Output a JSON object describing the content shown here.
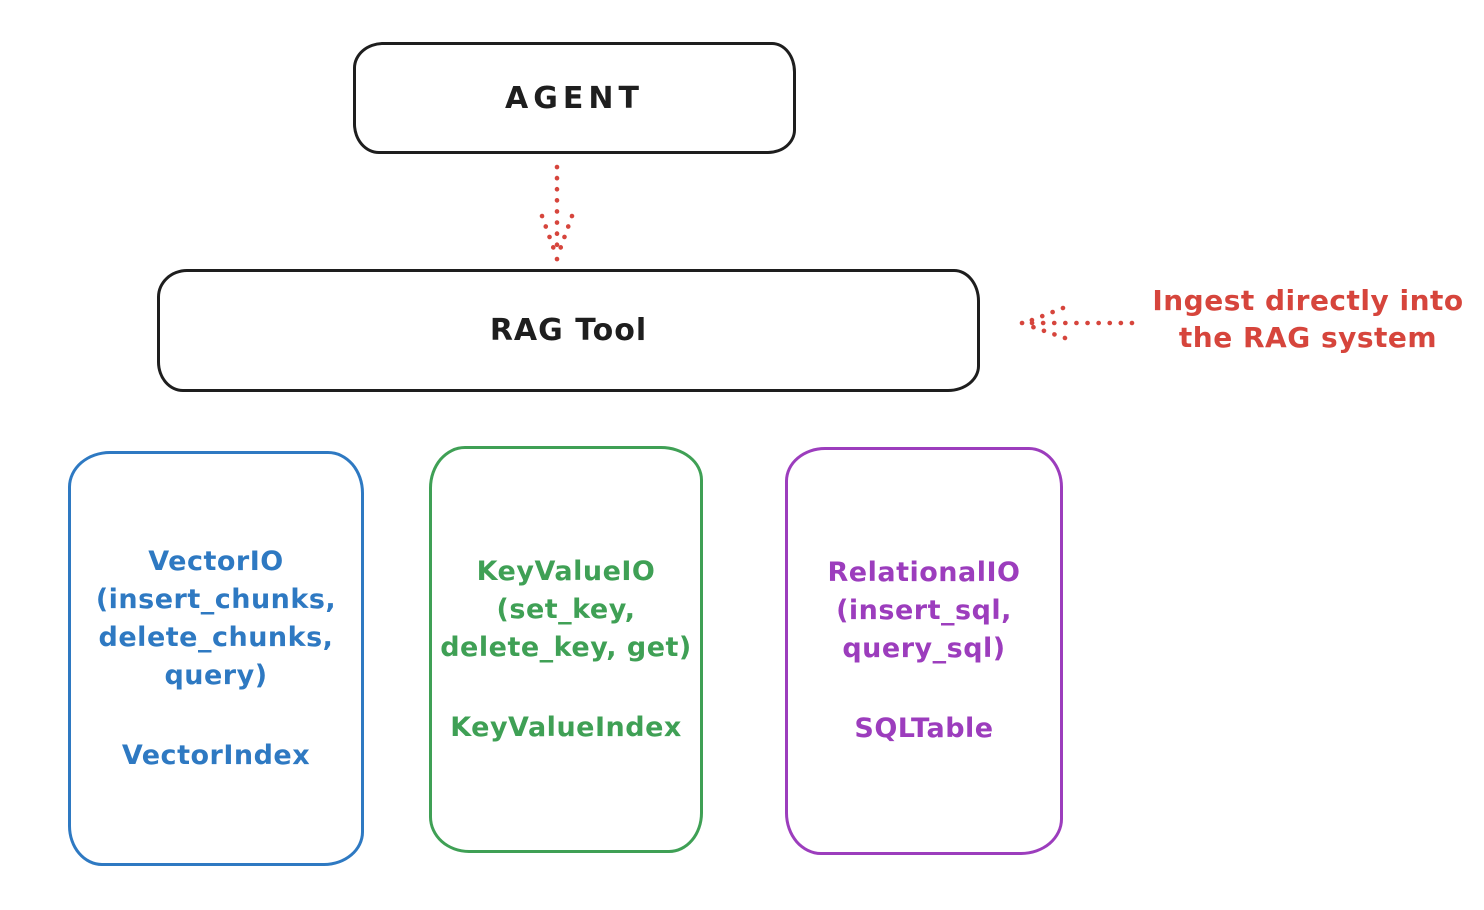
{
  "diagram": {
    "background_color": "#ffffff",
    "stroke_color": "#1e1e1e",
    "accent_red": "#d6453c",
    "agent": {
      "label": "AGENT"
    },
    "rag_tool": {
      "label": "RAG Tool"
    },
    "annotation": {
      "line1": "Ingest directly into",
      "line2": "the RAG system",
      "color": "#d6453c"
    },
    "arrows": {
      "agent_to_rag": "red-dotted-down-arrow",
      "annotation_to_rag": "red-dotted-left-arrow"
    },
    "backends": [
      {
        "id": "vector-io",
        "color": "#2e79c2",
        "lines": [
          "VectorIO",
          "(insert_chunks,",
          "delete_chunks,",
          "query)"
        ],
        "index_label": "VectorIndex"
      },
      {
        "id": "keyvalue-io",
        "color": "#3fa055",
        "lines": [
          "KeyValueIO",
          "(set_key,",
          "delete_key, get)"
        ],
        "index_label": "KeyValueIndex"
      },
      {
        "id": "relational-io",
        "color": "#9c3dbd",
        "lines": [
          "RelationalIO",
          "(insert_sql,",
          "query_sql)"
        ],
        "index_label": "SQLTable"
      }
    ]
  }
}
